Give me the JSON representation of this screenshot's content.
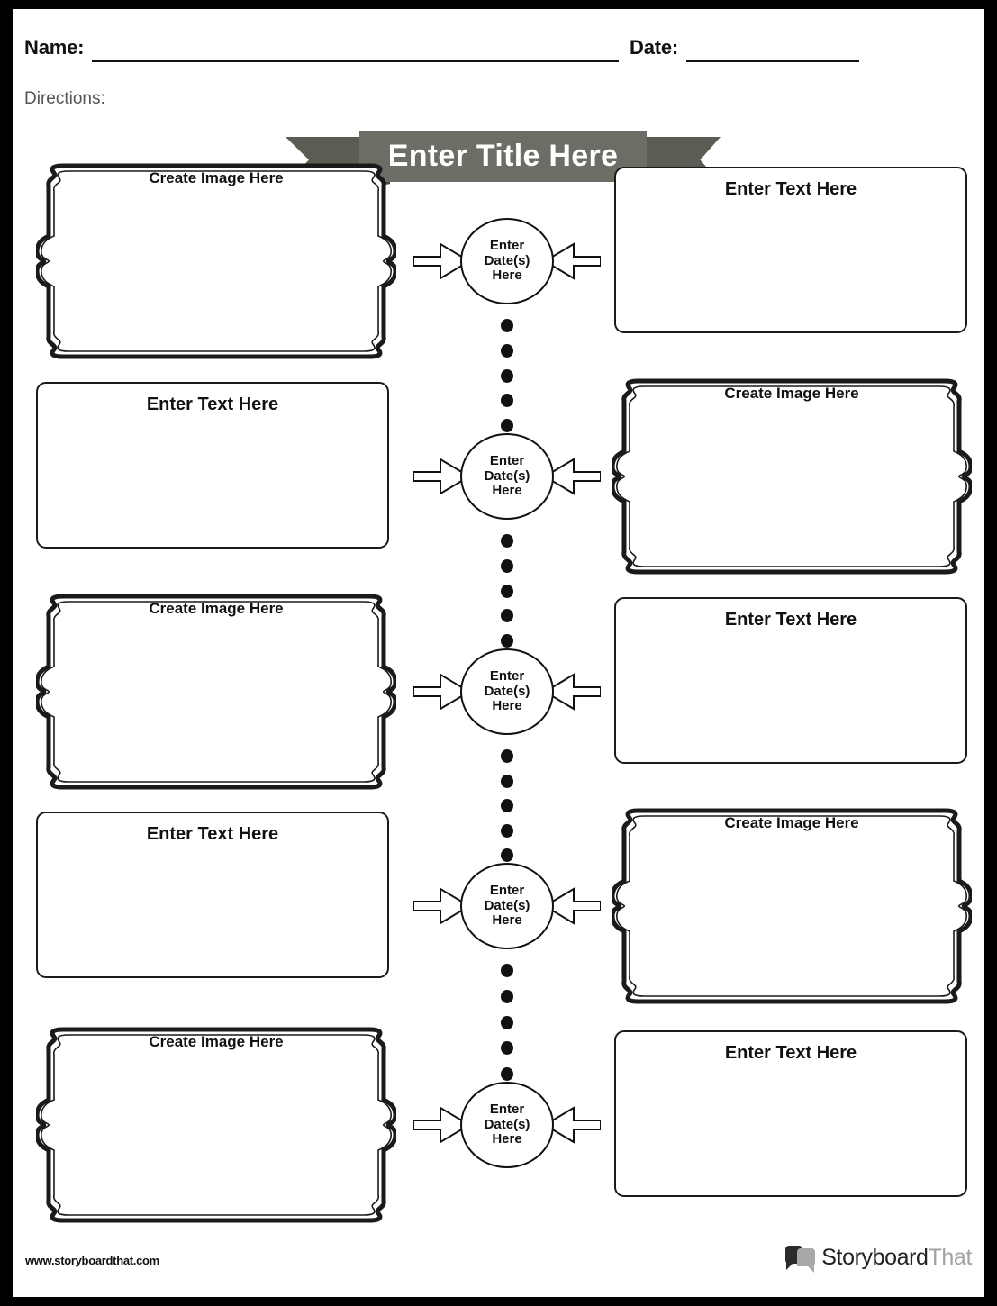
{
  "header": {
    "name_label": "Name:",
    "date_label": "Date:",
    "directions_label": "Directions:"
  },
  "title_banner": {
    "text": "Enter Title Here",
    "band_color": "#6d6d65",
    "tail_color": "#5c5c54",
    "fold_color": "#46463f",
    "text_color": "#ffffff"
  },
  "timeline": {
    "node_label_line1": "Enter",
    "node_label_line2": "Date(s)",
    "node_label_line3": "Here",
    "dots_between_nodes": 5,
    "rows": [
      {
        "left": {
          "type": "image-frame",
          "caption": "Create Image Here"
        },
        "right": {
          "type": "text-box",
          "caption": "Enter Text Here"
        }
      },
      {
        "left": {
          "type": "text-box",
          "caption": "Enter Text Here"
        },
        "right": {
          "type": "image-frame",
          "caption": "Create Image Here"
        }
      },
      {
        "left": {
          "type": "image-frame",
          "caption": "Create Image Here"
        },
        "right": {
          "type": "text-box",
          "caption": "Enter Text Here"
        }
      },
      {
        "left": {
          "type": "text-box",
          "caption": "Enter Text Here"
        },
        "right": {
          "type": "image-frame",
          "caption": "Create Image Here"
        }
      },
      {
        "left": {
          "type": "image-frame",
          "caption": "Create Image Here"
        },
        "right": {
          "type": "text-box",
          "caption": "Enter Text Here"
        }
      }
    ]
  },
  "footer": {
    "url": "www.storyboardthat.com",
    "brand_dark": "Storyboard",
    "brand_light": "That"
  },
  "colors": {
    "page_border": "#000000",
    "ink": "#111111",
    "paper": "#ffffff"
  }
}
